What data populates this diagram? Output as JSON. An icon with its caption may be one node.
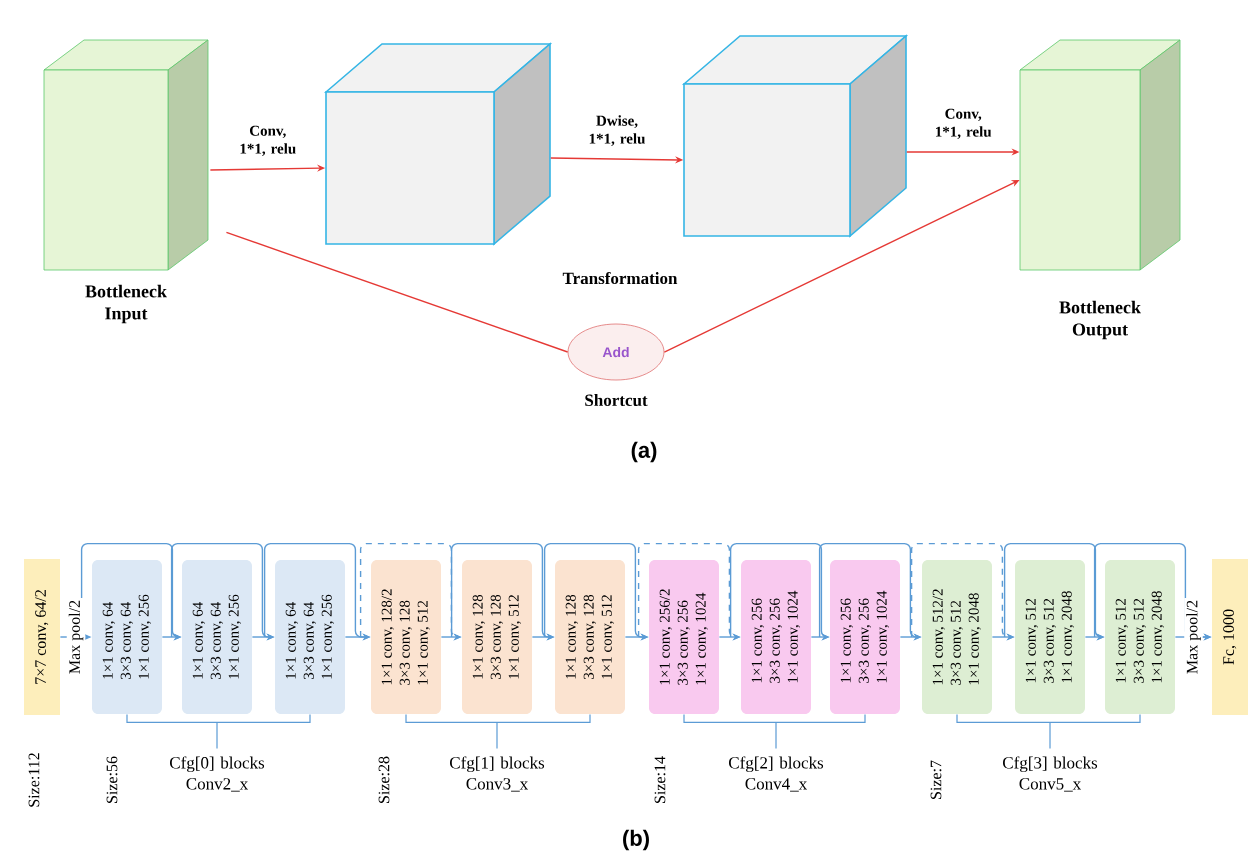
{
  "diagram": {
    "nodes": [
      {
        "text": [
          "Bottleneck Input"
        ]
      },
      {
        "text": [],
        "shape": "box"
      },
      {
        "text": [],
        "shape": "box"
      },
      {
        "text": [
          "Bottleneck Output"
        ]
      },
      {
        "text": [
          "Add"
        ],
        "beside": [
          "Shortcut"
        ]
      },
      {
        "text": [
          "7×7 conv, 64/2"
        ]
      },
      {
        "text": [
          "1×1 conv, 64",
          "3×3 conv, 64",
          "1×1 conv, 256"
        ]
      },
      {
        "text": [
          "1×1 conv, 64",
          "3×3 conv, 64",
          "1×1 conv, 256"
        ]
      },
      {
        "text": [
          "1×1 conv, 64",
          "3×3 conv, 64",
          "1×1 conv, 256"
        ]
      },
      {
        "text": [
          "1×1 conv, 128/2",
          "3×3 conv, 128",
          "1×1 conv, 512"
        ]
      },
      {
        "text": [
          "1×1 conv, 128",
          "3×3 conv, 128",
          "1×1 conv, 512"
        ]
      },
      {
        "text": [
          "1×1 conv, 128",
          "3×3 conv, 128",
          "1×1 conv, 512"
        ]
      },
      {
        "text": [
          "1×1 conv, 256/2",
          "3×3 conv, 256",
          "1×1 conv, 1024"
        ]
      },
      {
        "text": [
          "1×1 conv, 256",
          "3×3 conv, 256",
          "1×1 conv, 1024"
        ]
      },
      {
        "text": [
          "1×1 conv, 256",
          "3×3 conv, 256",
          "1×1 conv, 1024"
        ]
      },
      {
        "text": [
          "1×1 conv, 512/2",
          "3×3 conv, 512",
          "1×1 conv, 2048"
        ]
      },
      {
        "text": [
          "1×1 conv, 512",
          "3×3 conv, 512",
          "1×1 conv, 2048"
        ]
      },
      {
        "text": [
          "1×1 conv, 512",
          "3×3 conv, 512",
          "1×1 conv, 2048"
        ]
      },
      {
        "text": [
          "Fc, 1000"
        ]
      }
    ],
    "edges": [
      {
        "from": 0,
        "to": 1,
        "arrow": "to",
        "label": "Conv, 1*1, relu",
        "color": "#e53935"
      },
      {
        "from": 1,
        "to": 2,
        "arrow": "to",
        "label": "Dwise, 1*1, relu",
        "color": "#e53935"
      },
      {
        "from": 2,
        "to": 3,
        "arrow": "to",
        "label": "Conv, 1*1, relu",
        "color": "#e53935"
      },
      {
        "from": 0,
        "to": 4,
        "arrow": "none",
        "color": "#e53935"
      },
      {
        "from": 4,
        "to": 3,
        "arrow": "to",
        "color": "#e53935"
      },
      {
        "from": 5,
        "to": 6,
        "arrow": "to",
        "label": "Max pool/2"
      },
      {
        "from": 6,
        "to": 7,
        "arrow": "to"
      },
      {
        "from": 7,
        "to": 8,
        "arrow": "to"
      },
      {
        "from": 8,
        "to": 9,
        "arrow": "to"
      },
      {
        "from": 9,
        "to": 10,
        "arrow": "to"
      },
      {
        "from": 10,
        "to": 11,
        "arrow": "to"
      },
      {
        "from": 11,
        "to": 12,
        "arrow": "to"
      },
      {
        "from": 12,
        "to": 13,
        "arrow": "to"
      },
      {
        "from": 13,
        "to": 14,
        "arrow": "to"
      },
      {
        "from": 14,
        "to": 15,
        "arrow": "to"
      },
      {
        "from": 15,
        "to": 16,
        "arrow": "to"
      },
      {
        "from": 16,
        "to": 17,
        "arrow": "to"
      },
      {
        "from": 17,
        "to": 18,
        "arrow": "to",
        "label": "Max pool/2"
      },
      {
        "from": 6,
        "to": 7,
        "arrow": "to"
      },
      {
        "from": 7,
        "to": 8,
        "arrow": "to"
      },
      {
        "from": 8,
        "to": 9,
        "arrow": "to"
      },
      {
        "from": 9,
        "to": 10,
        "arrow": "to",
        "style": "dashed"
      },
      {
        "from": 10,
        "to": 11,
        "arrow": "to"
      },
      {
        "from": 11,
        "to": 12,
        "arrow": "to"
      },
      {
        "from": 12,
        "to": 13,
        "arrow": "to",
        "style": "dashed"
      },
      {
        "from": 13,
        "to": 14,
        "arrow": "to"
      },
      {
        "from": 14,
        "to": 15,
        "arrow": "to"
      },
      {
        "from": 15,
        "to": 16,
        "arrow": "to",
        "style": "dashed"
      },
      {
        "from": 16,
        "to": 17,
        "arrow": "to"
      },
      {
        "from": 17,
        "to": 18,
        "arrow": "to"
      }
    ],
    "labels": [
      "Transformation",
      "(a)",
      "Size:112",
      "Size:56",
      "Cfg[0] blocks Conv2_x",
      "Size:28",
      "Cfg[1] blocks Conv3_x",
      "Size:14",
      "Cfg[2] blocks Conv4_x",
      "Size:7",
      "Cfg[3] blocks Conv5_x",
      "(b)"
    ]
  }
}
